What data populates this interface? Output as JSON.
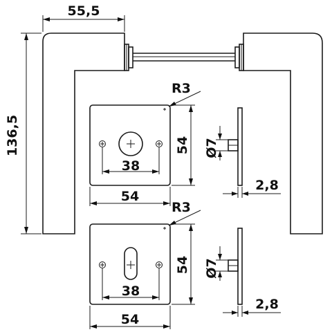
{
  "dimensions": {
    "lever_width": "55,5",
    "lever_height": "136,5",
    "rose_radius_top": "R3",
    "rose_radius_bottom": "R3",
    "rose_side_top": "54",
    "rose_width_top": "54",
    "hole_spacing_top": "38",
    "spindle_dia_top": "Ø7",
    "plate_thickness_top": "2,8",
    "rose_side_bottom": "54",
    "rose_width_bottom": "54",
    "hole_spacing_bottom": "38",
    "spindle_dia_bottom": "Ø7",
    "plate_thickness_bottom": "2,8"
  }
}
